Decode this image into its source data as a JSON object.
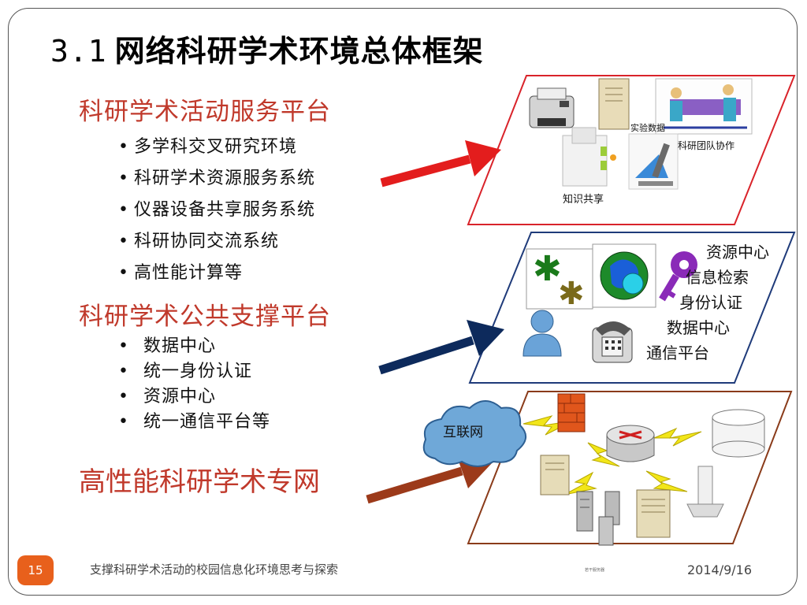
{
  "slide": {
    "title_number": "3.1",
    "title_text": "网络科研学术环境总体框架"
  },
  "sections": [
    {
      "heading": "科研学术活动服务平台",
      "items": [
        "多学科交叉研究环境",
        "科研学术资源服务系统",
        "仪器设备共享服务系统",
        "科研协同交流系统",
        "高性能计算等"
      ]
    },
    {
      "heading": "科研学术公共支撑平台",
      "items": [
        "数据中心",
        "统一身份认证",
        "资源中心",
        "统一通信平台等"
      ]
    },
    {
      "heading": "高性能科研学术专网",
      "items": []
    }
  ],
  "diagram": {
    "top_panel": {
      "labels": [
        "实验数据",
        "科研团队协作",
        "知识共享"
      ]
    },
    "middle_panel": {
      "labels": [
        "资源中心",
        "信息检索",
        "身份认证",
        "数据中心",
        "通信平台"
      ]
    },
    "bottom_panel": {
      "cloud_label": "互联网",
      "tiny_label": "若干服务器"
    }
  },
  "colors": {
    "heading_red": "#c0392b",
    "arrow_red": "#e31d1d",
    "arrow_navy": "#0d2a5c",
    "arrow_brown": "#9c3a1a",
    "panel_red": "#d9232a",
    "panel_navy": "#1f3b7a",
    "panel_brown": "#8a3b1a",
    "badge_orange": "#e8601c"
  },
  "footer": {
    "page_number": "15",
    "caption": "支撑科研学术活动的校园信息化环境思考与探索",
    "date": "2014/9/16"
  }
}
